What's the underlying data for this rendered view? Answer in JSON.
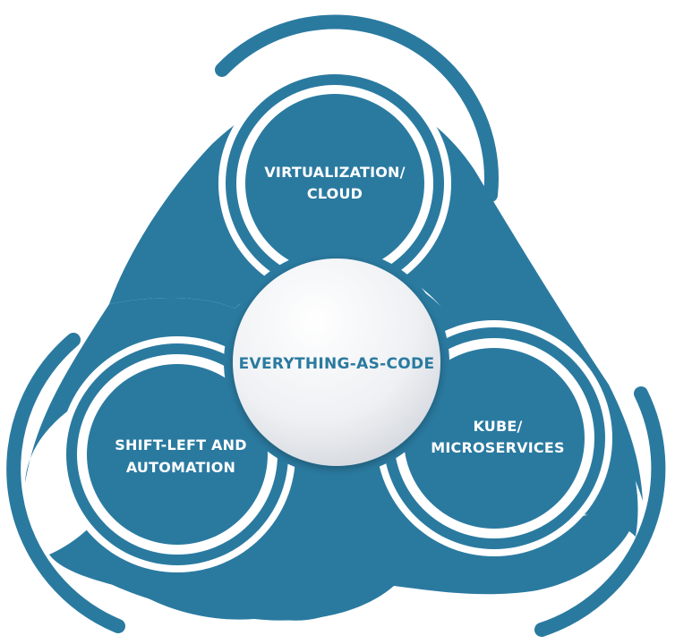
{
  "diagram": {
    "center": {
      "label": "EVERYTHING-AS-CODE"
    },
    "nodes": [
      {
        "id": "virtualization-cloud",
        "lines": [
          "VIRTUALIZATION/",
          "CLOUD"
        ]
      },
      {
        "id": "shift-left-automation",
        "lines": [
          "SHIFT-LEFT AND",
          "AUTOMATION"
        ]
      },
      {
        "id": "kube-microservices",
        "lines": [
          "KUBE/",
          "MICROSERVICES"
        ]
      }
    ]
  },
  "colors": {
    "primary": "#2a7aa0",
    "primary_dark": "#23698c",
    "center_fill": "#eceef2",
    "center_stroke": "#2a7aa0",
    "background": "#ffffff"
  }
}
